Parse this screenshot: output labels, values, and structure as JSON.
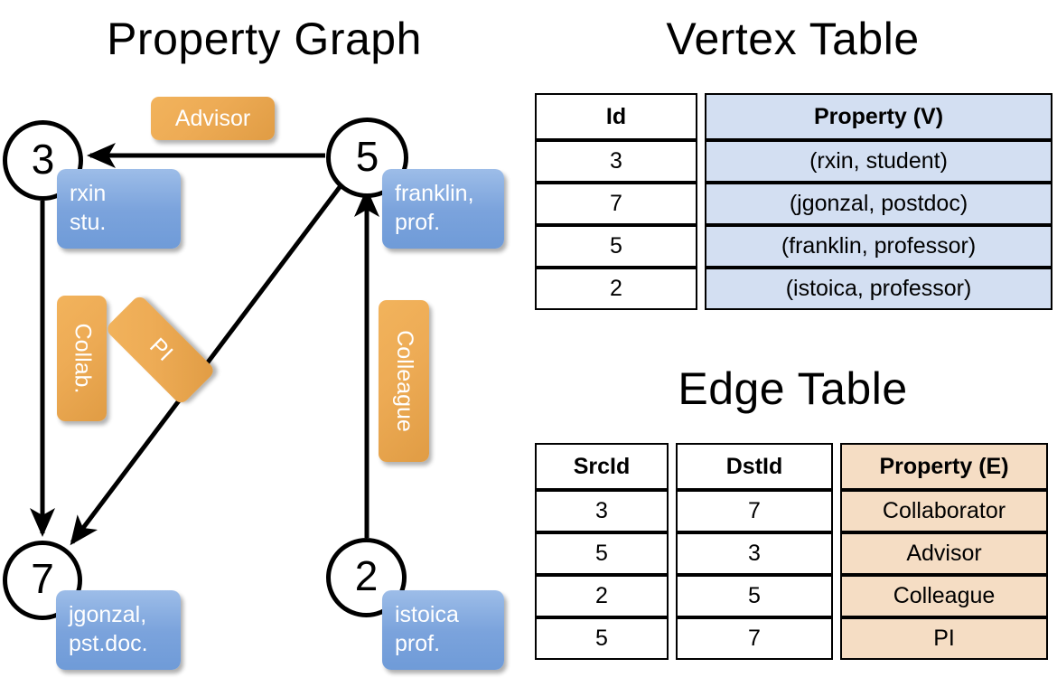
{
  "titles": {
    "graph": "Property Graph",
    "vertex_table": "Vertex Table",
    "edge_table": "Edge Table"
  },
  "graph": {
    "nodes": [
      {
        "id": "3",
        "property_lines": [
          "rxin",
          "stu."
        ]
      },
      {
        "id": "5",
        "property_lines": [
          "franklin,",
          "prof."
        ]
      },
      {
        "id": "7",
        "property_lines": [
          "jgonzal,",
          "pst.doc."
        ]
      },
      {
        "id": "2",
        "property_lines": [
          "istoica",
          "prof."
        ]
      }
    ],
    "edge_labels": [
      {
        "name": "advisor",
        "text": "Advisor"
      },
      {
        "name": "collab",
        "text": "Collab."
      },
      {
        "name": "pi",
        "text": "PI"
      },
      {
        "name": "colleague",
        "text": "Colleague"
      }
    ],
    "edges": [
      {
        "src": "5",
        "dst": "3",
        "label": "Advisor"
      },
      {
        "src": "3",
        "dst": "7",
        "label": "Collab."
      },
      {
        "src": "5",
        "dst": "7",
        "label": "PI"
      },
      {
        "src": "2",
        "dst": "5",
        "label": "Colleague"
      }
    ]
  },
  "vertex_table": {
    "columns": [
      "Id",
      "Property (V)"
    ],
    "rows": [
      {
        "id": "3",
        "property": "(rxin, student)"
      },
      {
        "id": "7",
        "property": "(jgonzal, postdoc)"
      },
      {
        "id": "5",
        "property": "(franklin, professor)"
      },
      {
        "id": "2",
        "property": "(istoica, professor)"
      }
    ]
  },
  "edge_table": {
    "columns": [
      "SrcId",
      "DstId",
      "Property (E)"
    ],
    "rows": [
      {
        "src": "3",
        "dst": "7",
        "property": "Collaborator"
      },
      {
        "src": "5",
        "dst": "3",
        "property": "Advisor"
      },
      {
        "src": "2",
        "dst": "5",
        "property": "Colleague"
      },
      {
        "src": "5",
        "dst": "7",
        "property": "PI"
      }
    ]
  },
  "colors": {
    "vertex_property_fill": "#d3dff2",
    "edge_property_fill": "#f5ddc4",
    "node_property_box": "#7ba3dc",
    "edge_label_chip": "#edab55",
    "stroke": "#000000",
    "background": "#ffffff"
  }
}
